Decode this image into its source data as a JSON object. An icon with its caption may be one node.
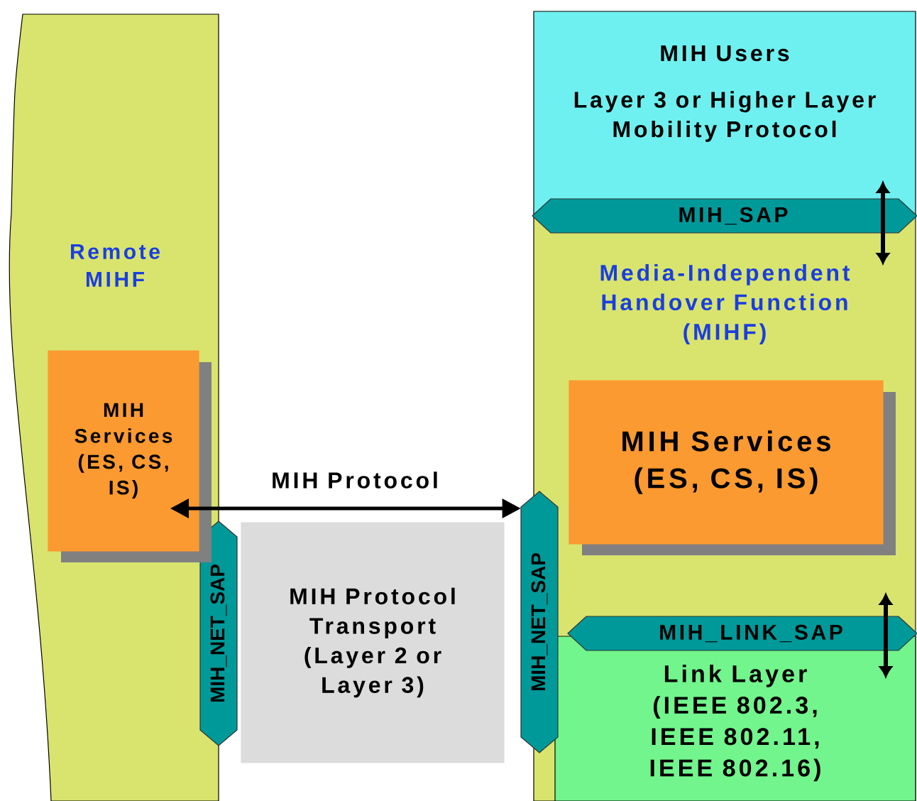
{
  "diagram": {
    "nodes": [
      {
        "text": [
          "Remote MIHF"
        ]
      },
      {
        "text": [
          "MIH Services (ES, CS, IS)"
        ],
        "in": 0
      },
      {
        "text": [
          "MIH_NET_SAP"
        ]
      },
      {
        "text": [
          "MIH Protocol Transport (Layer 2 or Layer 3)"
        ]
      },
      {
        "text": [
          "MIH Users",
          "Layer 3 or Higher Layer Mobility Protocol"
        ]
      },
      {
        "text": [
          "MIH_SAP"
        ]
      },
      {
        "text": [
          "Media-Independent Handover Function (MIHF)"
        ]
      },
      {
        "text": [
          "MIH Services (ES, CS, IS)"
        ],
        "in": 6
      },
      {
        "text": [
          "MIH_LINK_SAP"
        ],
        "in": 6
      },
      {
        "text": [
          "Link Layer (IEEE 802.3, IEEE 802.11, IEEE 802.16)"
        ],
        "in": 6
      },
      {
        "text": [
          "MIH_NET_SAP"
        ]
      }
    ],
    "edges": [
      {
        "from": 1,
        "to": 10,
        "arrow": "both",
        "label": "MIH Protocol"
      }
    ]
  }
}
